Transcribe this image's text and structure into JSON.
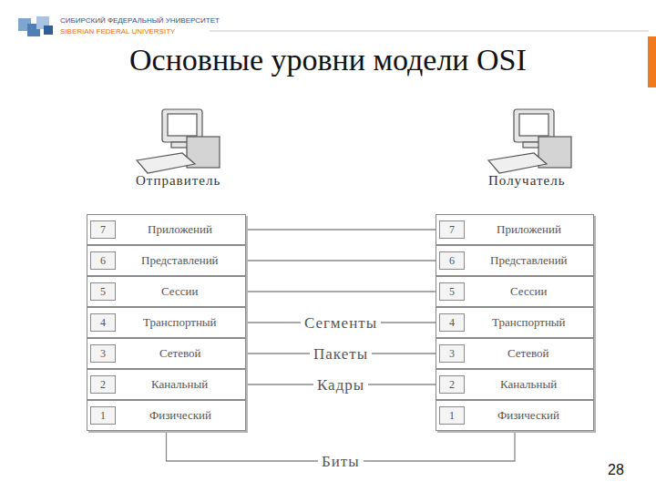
{
  "diagram": {
    "title": "Основные уровни модели OSI",
    "nodes": [
      {
        "text": [
          "7",
          "Приложений"
        ]
      },
      {
        "text": [
          "6",
          "Представлений"
        ]
      },
      {
        "text": [
          "5",
          "Сессии"
        ]
      },
      {
        "text": [
          "4",
          "Транспортный"
        ]
      },
      {
        "text": [
          "3",
          "Сетевой"
        ]
      },
      {
        "text": [
          "2",
          "Канальный"
        ]
      },
      {
        "text": [
          "1",
          "Физический"
        ]
      },
      {
        "text": [
          "7",
          "Приложений"
        ]
      },
      {
        "text": [
          "6",
          "Представлений"
        ]
      },
      {
        "text": [
          "5",
          "Сессии"
        ]
      },
      {
        "text": [
          "4",
          "Транспортный"
        ]
      },
      {
        "text": [
          "3",
          "Сетевой"
        ]
      },
      {
        "text": [
          "2",
          "Канальный"
        ]
      },
      {
        "text": [
          "1",
          "Физический"
        ]
      }
    ],
    "edges": [
      {
        "from": 0,
        "to": 7,
        "arrow": "none"
      },
      {
        "from": 1,
        "to": 8,
        "arrow": "none"
      },
      {
        "from": 2,
        "to": 9,
        "arrow": "none"
      },
      {
        "from": 3,
        "to": 10,
        "label": "Сегменты",
        "arrow": "none"
      },
      {
        "from": 4,
        "to": 11,
        "label": "Пакеты",
        "arrow": "none"
      },
      {
        "from": 5,
        "to": 12,
        "label": "Кадры",
        "arrow": "none"
      },
      {
        "from": 6,
        "to": 13,
        "label": "Биты",
        "arrow": "none"
      }
    ],
    "labels": [
      "СИБИРСКИЙ ФЕДЕРАЛЬНЫЙ УНИВЕРСИТЕТ",
      "SIBERIAN FEDERAL UNIVERSITY",
      "Отправитель",
      "Получатель",
      "28"
    ]
  }
}
